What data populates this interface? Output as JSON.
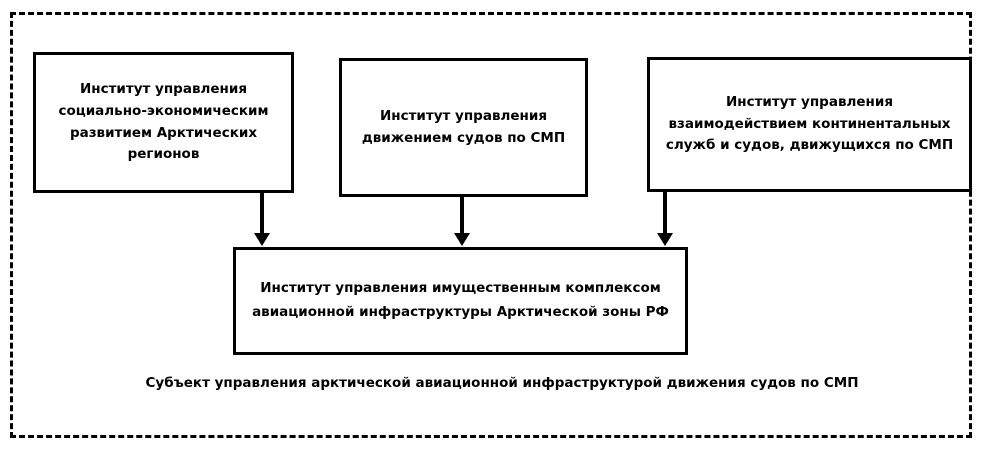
{
  "diagram": {
    "caption": "Субъект управления арктической авиационной инфраструктурой движения судов по СМП",
    "nodes": {
      "social_development": "Институт управления\nсоциально-экономическим\nразвитием Арктических\nрегионов",
      "vessel_traffic": "Институт управления\nдвижением судов по СМП",
      "interaction": "Институт управления\nвзаимодействием континентальных\nслужб и судов, движущихся по СМП",
      "property_complex": "Институт управления имущественным комплексом\nавиационной инфраструктуры Арктической зоны РФ"
    },
    "colors": {
      "stroke": "#000000",
      "background": "#ffffff",
      "text": "#000000"
    }
  }
}
